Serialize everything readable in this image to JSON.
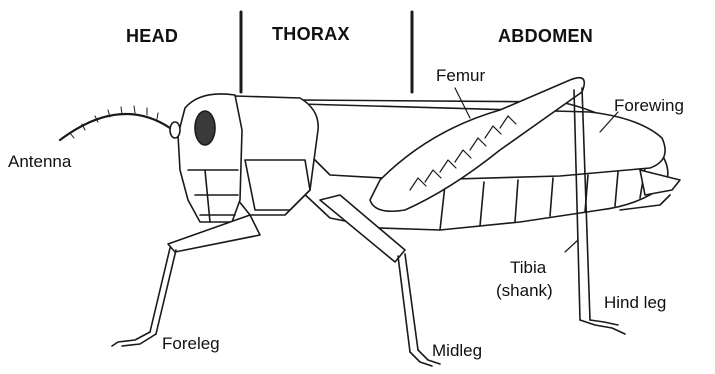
{
  "sections": {
    "head": "HEAD",
    "thorax": "THORAX",
    "abdomen": "ABDOMEN"
  },
  "labels": {
    "antenna": "Antenna",
    "femur": "Femur",
    "forewing": "Forewing",
    "tibia_line1": "Tibia",
    "tibia_line2": "(shank)",
    "hind_leg": "Hind leg",
    "foreleg": "Foreleg",
    "midleg": "Midleg"
  },
  "colors": {
    "stroke": "#1a1a1a",
    "fill": "#ffffff",
    "eye": "#3a3a3a"
  }
}
